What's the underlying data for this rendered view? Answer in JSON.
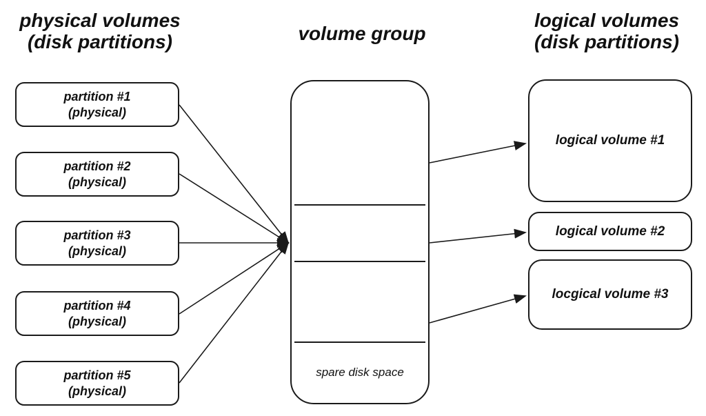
{
  "diagram": {
    "headers": {
      "left": "physical volumes\n(disk partitions)",
      "center": "volume group",
      "right": "logical volumes\n(disk partitions)"
    },
    "physical_partitions": [
      {
        "title": "partition #1",
        "subtitle": "(physical)"
      },
      {
        "title": "partition #2",
        "subtitle": "(physical)"
      },
      {
        "title": "partition #3",
        "subtitle": "(physical)"
      },
      {
        "title": "partition #4",
        "subtitle": "(physical)"
      },
      {
        "title": "partition #5",
        "subtitle": "(physical)"
      }
    ],
    "volume_group": {
      "spare_label": "spare disk space",
      "segment_count": 4,
      "divider_count": 3
    },
    "logical_volumes": [
      {
        "label": "logical volume #1"
      },
      {
        "label": "logical volume #2"
      },
      {
        "label": "locgical volume #3"
      }
    ],
    "colors": {
      "stroke": "#1a1a1a",
      "text": "#111111",
      "background": "#ffffff"
    }
  }
}
